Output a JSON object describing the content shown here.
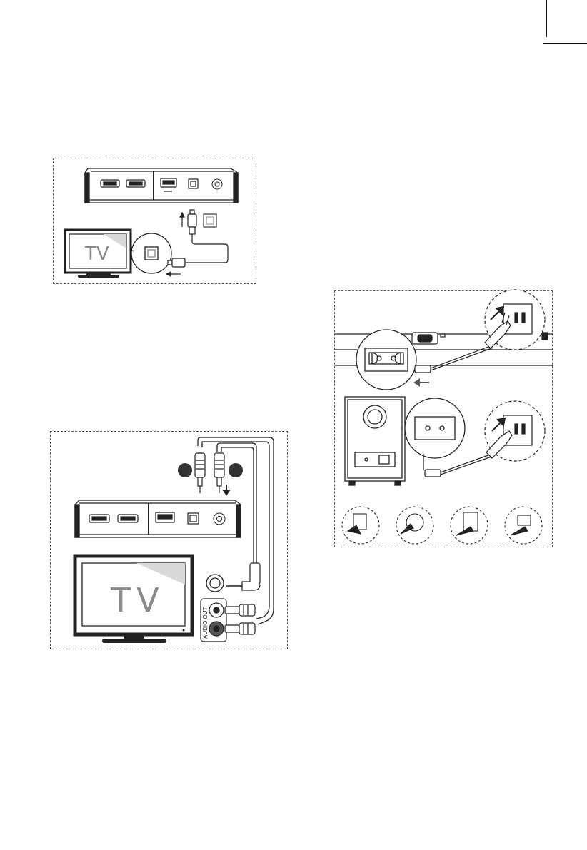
{
  "labels": {
    "tv_small": "TV",
    "tv_large": "TV",
    "audio_out": "AUDIO OUT"
  },
  "colors": {
    "line": "#222222",
    "screen_grey": "#d9d9d9",
    "badge": "#333333"
  },
  "icons": [
    "optical-port-icon",
    "hdmi-port-icon",
    "usb-port-icon",
    "arrow-icon",
    "power-socket-icon",
    "rca-jack-icon"
  ]
}
